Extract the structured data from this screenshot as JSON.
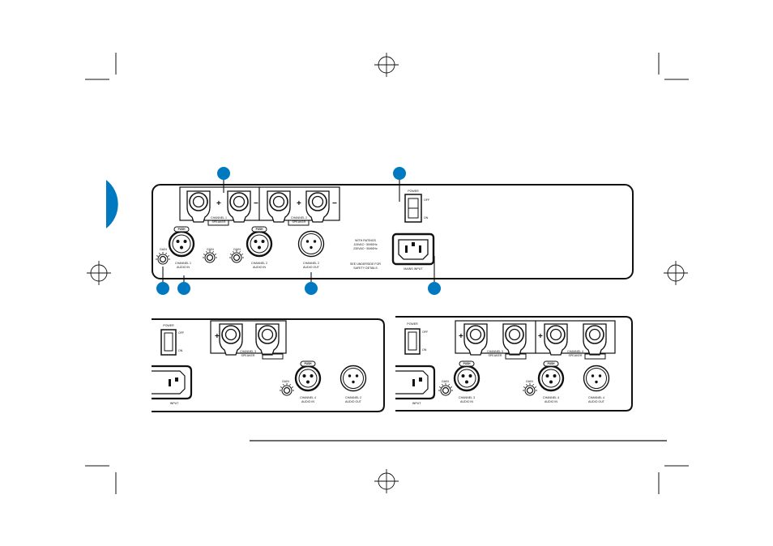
{
  "colors": {
    "callout": "#0079c1",
    "line": "#111111",
    "panel": "#ffffff"
  },
  "main_panel": {
    "speaker1": {
      "line1": "CHANNEL 1",
      "line2": "SPEAKER"
    },
    "speaker2": {
      "line1": "CHANNEL 2",
      "line2": "SPEAKER"
    },
    "power": {
      "title": "POWER",
      "off": "OFF",
      "on": "ON"
    },
    "gain": "GAIN",
    "push": "PUSH",
    "ch1_in": {
      "line1": "CHANNEL 1",
      "line2": "AUDIO IN"
    },
    "ch2_in": {
      "line1": "CHANNEL 2",
      "line2": "AUDIO IN"
    },
    "ch2_out": {
      "line1": "CHANNEL 2",
      "line2": "AUDIO OUT"
    },
    "warning": {
      "line1": "WITH RATINGS",
      "line2": "115VAC~ 50/60Hz",
      "line3": "230VAC~ 50/60Hz",
      "line4": "SEE UNDERSIDE FOR",
      "line5": "SAFETY DETAILS"
    },
    "mains": "MAINS INPUT"
  },
  "panel_left": {
    "power": {
      "title": "POWER",
      "off": "OFF",
      "on": "ON"
    },
    "speaker": {
      "line1": "CHANNEL 3",
      "line2": "SPEAKER"
    },
    "push": "PUSH",
    "gain": "GAIN",
    "in": {
      "line1": "CHANNEL 4",
      "line2": "AUDIO IN"
    },
    "out": {
      "line1": "CHANNEL 2",
      "line2": "AUDIO OUT"
    },
    "input": "INPUT"
  },
  "panel_right": {
    "power": {
      "title": "POWER",
      "off": "OFF",
      "on": "ON"
    },
    "speaker3": {
      "line1": "CHANNEL 3",
      "line2": "SPEAKER"
    },
    "speaker4": {
      "line1": "CHANNEL 4",
      "line2": "SPEAKER"
    },
    "push": "PUSH",
    "gain": "GAIN",
    "ch3_in": {
      "line1": "CHANNEL 3",
      "line2": "AUDIO IN"
    },
    "ch4_in": {
      "line1": "CHANNEL 4",
      "line2": "AUDIO IN"
    },
    "ch4_out": {
      "line1": "CHANNEL 4",
      "line2": "AUDIO OUT"
    },
    "input": "INPUT"
  }
}
